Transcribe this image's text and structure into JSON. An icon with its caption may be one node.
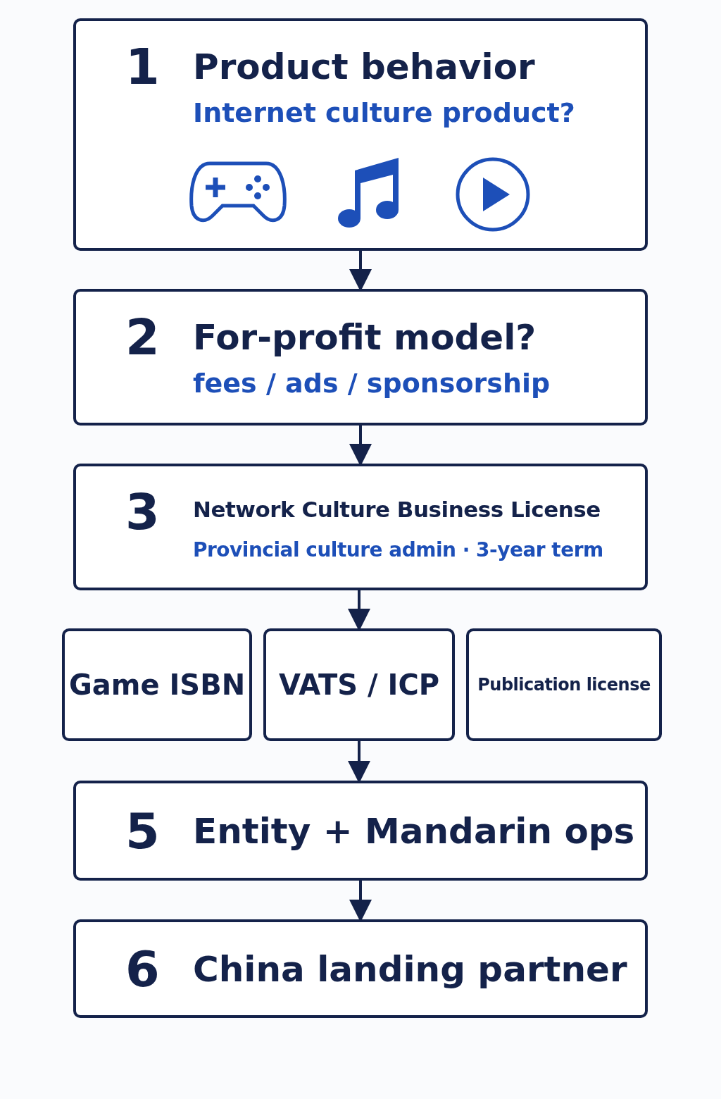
{
  "diagram": {
    "nodes": [
      {
        "text": [
          "1",
          "Product behavior",
          "Internet culture product?"
        ]
      },
      {
        "text": [
          "2",
          "For-profit model?",
          "fees / ads / sponsorship"
        ]
      },
      {
        "text": [
          "3",
          "Network Culture Business License",
          "Provincial culture admin · 3-year term"
        ]
      },
      {
        "text": [
          "Game ISBN"
        ]
      },
      {
        "text": [
          "VATS / ICP"
        ]
      },
      {
        "text": [
          "Publication license"
        ]
      },
      {
        "text": [
          "5",
          "Entity + Mandarin ops"
        ]
      },
      {
        "text": [
          "6",
          "China landing partner"
        ]
      }
    ],
    "edges": [
      {
        "from": 0,
        "to": 1,
        "arrow": "to"
      },
      {
        "from": 1,
        "to": 2,
        "arrow": "to"
      },
      {
        "from": 2,
        "to": 4,
        "arrow": "to"
      },
      {
        "from": 4,
        "to": 6,
        "arrow": "to"
      },
      {
        "from": 6,
        "to": 7,
        "arrow": "to"
      }
    ]
  }
}
